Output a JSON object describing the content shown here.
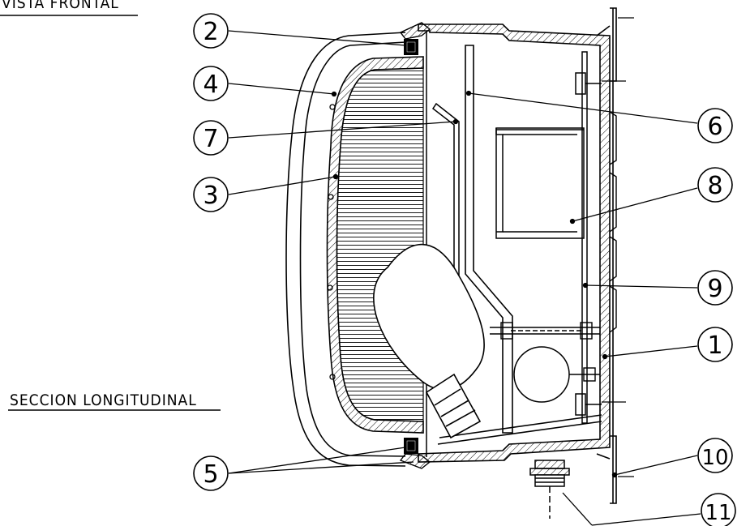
{
  "titles": {
    "top": "VISTA FRONTAL",
    "bottom": "SECCION LONGITUDINAL"
  },
  "callouts": [
    {
      "id": "2",
      "label": "2"
    },
    {
      "id": "4",
      "label": "4"
    },
    {
      "id": "7",
      "label": "7"
    },
    {
      "id": "3",
      "label": "3"
    },
    {
      "id": "5",
      "label": "5"
    },
    {
      "id": "6",
      "label": "6"
    },
    {
      "id": "8",
      "label": "8"
    },
    {
      "id": "9",
      "label": "9"
    },
    {
      "id": "1",
      "label": "1"
    },
    {
      "id": "10",
      "label": "10"
    },
    {
      "id": "11",
      "label": "11"
    }
  ],
  "colors": {
    "line": "#000000",
    "background": "#ffffff"
  }
}
